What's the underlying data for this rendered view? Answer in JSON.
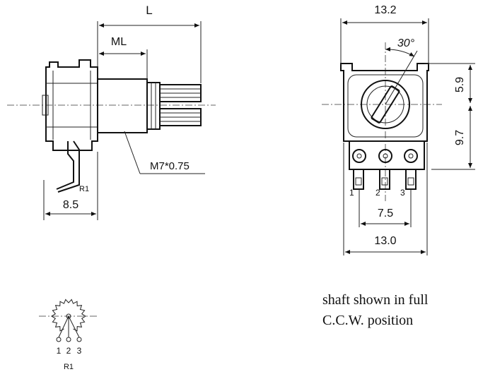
{
  "side_view": {
    "dim_L": "L",
    "dim_ML": "ML",
    "thread": "M7*0.75",
    "ref": "R1",
    "dim_depth": "8.5"
  },
  "front_view": {
    "dim_width_top": "13.2",
    "angle": "30°",
    "dim_upper": "5.9",
    "dim_lower": "9.7",
    "pin1": "1",
    "pin2": "2",
    "pin3": "3",
    "dim_pitch": "7.5",
    "dim_width_bottom": "13.0"
  },
  "schematic": {
    "pin1": "1",
    "pin2": "2",
    "pin3": "3",
    "ref": "R1"
  },
  "note": {
    "line1": "shaft shown in full",
    "line2": "C.C.W. position"
  }
}
